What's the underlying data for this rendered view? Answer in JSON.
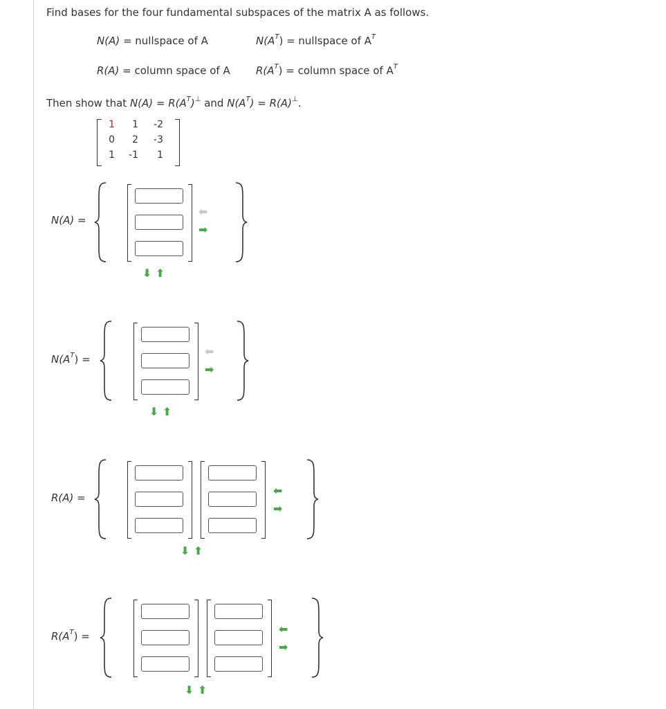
{
  "question": {
    "intro": "Find bases for the four fundamental subspaces of the matrix A as follows.",
    "defs": [
      {
        "lhs_base": "N(A)",
        "lhs_sup": "",
        "lhs_tail": "",
        "rhs": " = nullspace of A",
        "rhs_sup": ""
      },
      {
        "lhs_base": "N(A",
        "lhs_sup": "T",
        "lhs_tail": ")",
        "rhs": " = nullspace of A",
        "rhs_sup": "T"
      },
      {
        "lhs_base": "R(A)",
        "lhs_sup": "",
        "lhs_tail": "",
        "rhs": " = column space of A",
        "rhs_sup": ""
      },
      {
        "lhs_base": "R(A",
        "lhs_sup": "T",
        "lhs_tail": ")",
        "rhs": " = column space of A",
        "rhs_sup": "T"
      }
    ],
    "then": {
      "p1": "Then show that ",
      "p2": "N(A) = R(A",
      "p2sup": "T",
      "p3": ")",
      "p3sup": "⊥",
      "p4": " and ",
      "p5": "N(A",
      "p5sup": "T",
      "p6": ") = R(A)",
      "p6sup": "⊥",
      "p7": "."
    }
  },
  "matrix": [
    [
      "1",
      "1",
      "-2"
    ],
    [
      "0",
      "2",
      "-3"
    ],
    [
      "1",
      "-1",
      "1"
    ]
  ],
  "sections": [
    {
      "label_base": "N(A)",
      "label_sup": "",
      "label_tail": " ="
    },
    {
      "label_base": "N(A",
      "label_sup": "T",
      "label_tail": ") ="
    },
    {
      "label_base": "R(A)",
      "label_sup": "",
      "label_tail": " ="
    },
    {
      "label_base": "R(A",
      "label_sup": "T",
      "label_tail": ") ="
    }
  ],
  "icons": {
    "left_arrow": "left-arrow-icon",
    "right_arrow": "right-arrow-icon",
    "down_arrow": "down-arrow-icon",
    "up_arrow": "up-arrow-icon"
  },
  "colors": {
    "arrow_active": "#4aa84a",
    "arrow_disabled": "#c8c8c8",
    "matrix_highlight": "#c01818"
  }
}
